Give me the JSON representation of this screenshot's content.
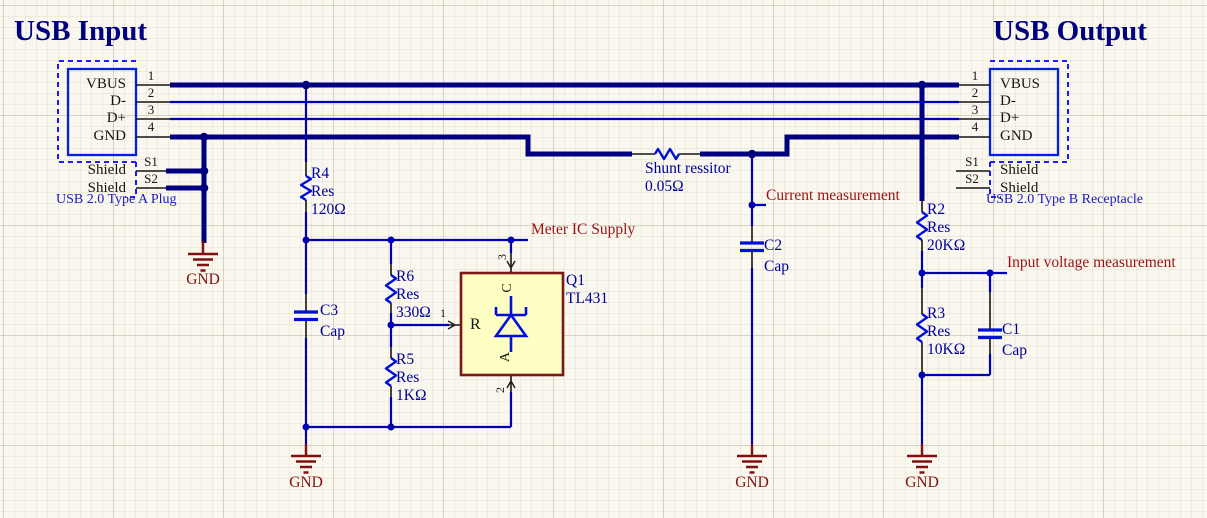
{
  "titles": {
    "input": "USB Input",
    "output": "USB Output"
  },
  "left_connector": {
    "pins": [
      {
        "num": "1",
        "name": "VBUS"
      },
      {
        "num": "2",
        "name": "D-"
      },
      {
        "num": "3",
        "name": "D+"
      },
      {
        "num": "4",
        "name": "GND"
      }
    ],
    "shield_pins": [
      {
        "num": "S1",
        "name": "Shield"
      },
      {
        "num": "S2",
        "name": "Shield"
      }
    ],
    "caption": "USB 2.0 Type A Plug"
  },
  "right_connector": {
    "pins": [
      {
        "num": "1",
        "name": "VBUS"
      },
      {
        "num": "2",
        "name": "D-"
      },
      {
        "num": "3",
        "name": "D+"
      },
      {
        "num": "4",
        "name": "GND"
      }
    ],
    "shield_pins": [
      {
        "num": "S1",
        "name": "Shield"
      },
      {
        "num": "S2",
        "name": "Shield"
      }
    ],
    "caption": "USB 2.0 Type B Receptacle"
  },
  "components": {
    "r4": {
      "designator": "R4",
      "type": "Res",
      "value": "120Ω"
    },
    "r6": {
      "designator": "R6",
      "type": "Res",
      "value": "330Ω"
    },
    "r5": {
      "designator": "R5",
      "type": "Res",
      "value": "1KΩ"
    },
    "r2": {
      "designator": "R2",
      "type": "Res",
      "value": "20KΩ"
    },
    "r3": {
      "designator": "R3",
      "type": "Res",
      "value": "10KΩ"
    },
    "c3": {
      "designator": "C3",
      "type": "Cap"
    },
    "c2": {
      "designator": "C2",
      "type": "Cap"
    },
    "c1": {
      "designator": "C1",
      "type": "Cap"
    },
    "q1": {
      "designator": "Q1",
      "type": "TL431",
      "pin_ref": "R",
      "pin_cathode": "C",
      "pin_anode": "A",
      "pin1": "1",
      "pin2": "2",
      "pin3": "3"
    },
    "shunt": {
      "label": "Shunt ressitor",
      "value": "0.05Ω"
    }
  },
  "annotations": {
    "meter_supply": "Meter IC Supply",
    "current": "Current measurement",
    "input_voltage": "Input voltage measurement"
  },
  "ground_labels": [
    "GND",
    "GND",
    "GND",
    "GND"
  ],
  "colors": {
    "wire_thick": "#000080",
    "wire_thin": "#0000b4",
    "symbol_blue": "#0010d8",
    "connector_box": "#0022e0",
    "connector_dash": "#0000ff",
    "designator_text": "#000099",
    "annotation_text": "#9b1212",
    "ground_red": "#801010",
    "ic_fill": "#fdfec2",
    "ic_border": "#7d1818",
    "pin_text": "#151515",
    "background": "#faf7ee"
  }
}
